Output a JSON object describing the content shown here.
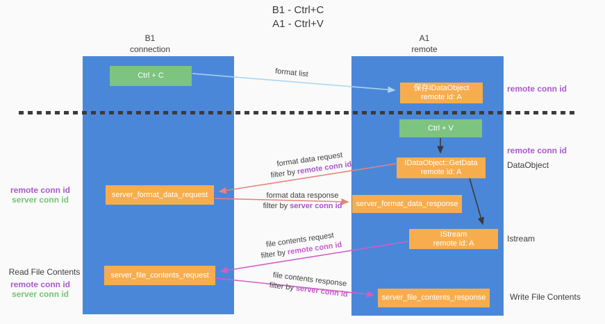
{
  "title": {
    "line1": "B1 - Ctrl+C",
    "line2": "A1 - Ctrl+V"
  },
  "lanes": {
    "left": {
      "name": "B1",
      "role": "connection"
    },
    "right": {
      "name": "A1",
      "role": "remote"
    }
  },
  "nodes": {
    "ctrl_c": {
      "label": "Ctrl + C"
    },
    "save_dataobject": {
      "line1": "保存IDataObject",
      "line2": "remote id: A"
    },
    "ctrl_v": {
      "label": "Ctrl + V"
    },
    "getdata": {
      "line1": "IDataObject::GetData",
      "line2": "remote id: A"
    },
    "format_request": {
      "label": "server_format_data_request"
    },
    "format_response": {
      "label": "server_format_data_response"
    },
    "istream": {
      "line1": "IStream",
      "line2": "remote id: A"
    },
    "file_request": {
      "label": "server_file_contents_request"
    },
    "file_response": {
      "label": "server_file_contents_response"
    }
  },
  "flow_labels": {
    "format_list": "format list",
    "format_request": {
      "title": "format data request",
      "prefix": "filter by",
      "key": "remote conn id"
    },
    "format_response": {
      "title": "format data response",
      "prefix": "filter by",
      "key": "server conn id"
    },
    "file_request": {
      "title": "file contents request",
      "prefix": "filter by",
      "key": "remote conn id"
    },
    "file_response": {
      "title": "file contents response",
      "prefix": "filter by",
      "key": "server conn id"
    }
  },
  "right_labels": {
    "top_conn_id": "remote conn id",
    "mid_conn_id": "remote conn id",
    "dataobject": "DataObject",
    "istream": "Istream",
    "write_file_contents": "Write File Contents"
  },
  "left_labels": {
    "format_remote_conn_id": "remote conn id",
    "format_server_conn_id": "server conn id",
    "read_file_contents": "Read File Contents",
    "file_remote_conn_id": "remote conn id",
    "file_server_conn_id": "server conn id"
  },
  "colors": {
    "lane_blue": "#4b87d9",
    "node_orange": "#f7ad4e",
    "node_green": "#7cc480",
    "arrow_salmon": "#e8827a",
    "arrow_magenta": "#cf5ec9",
    "arrow_lightblue": "#aad4f2",
    "arrow_black": "#3a3a3a",
    "text_purple": "#a85ac8",
    "text_green": "#74c474"
  }
}
